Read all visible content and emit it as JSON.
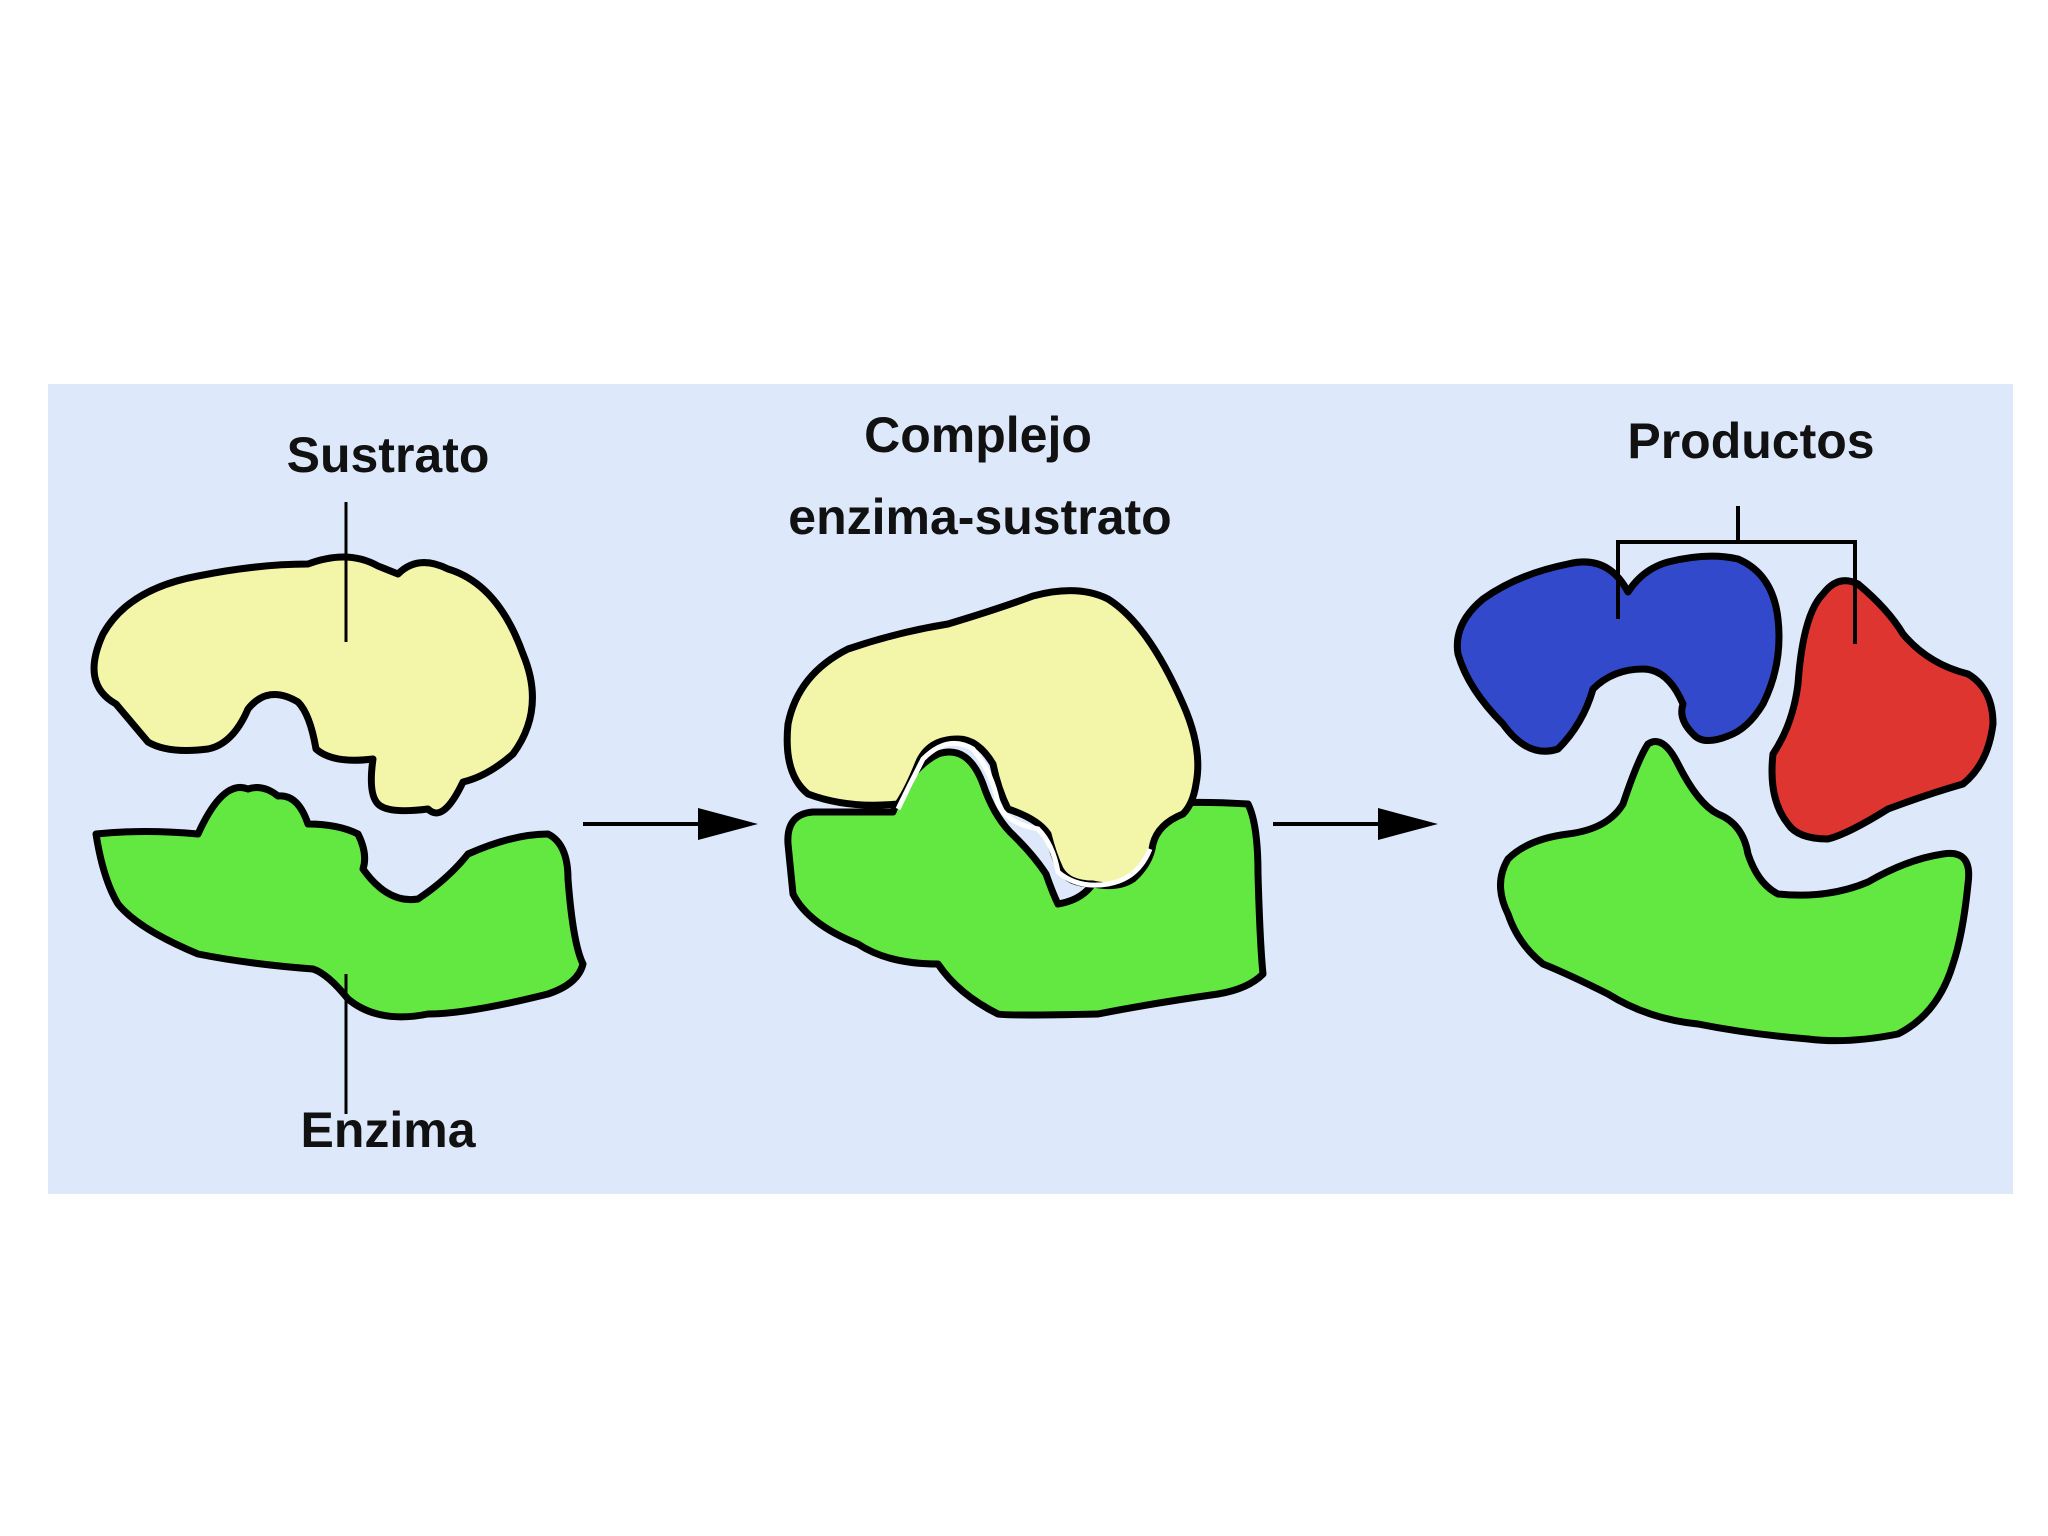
{
  "labels": {
    "sustrato": "Sustrato",
    "enzima": "Enzima",
    "complejo_line1": "Complejo",
    "complejo_line2": "enzima-sustrato",
    "productos": "Productos"
  },
  "colors": {
    "panel_background": "#dde9fb",
    "substrate": "#f3f5a9",
    "enzyme": "#63e841",
    "product_1": "#3349cb",
    "product_2": "#df3530",
    "outline": "#000000"
  }
}
